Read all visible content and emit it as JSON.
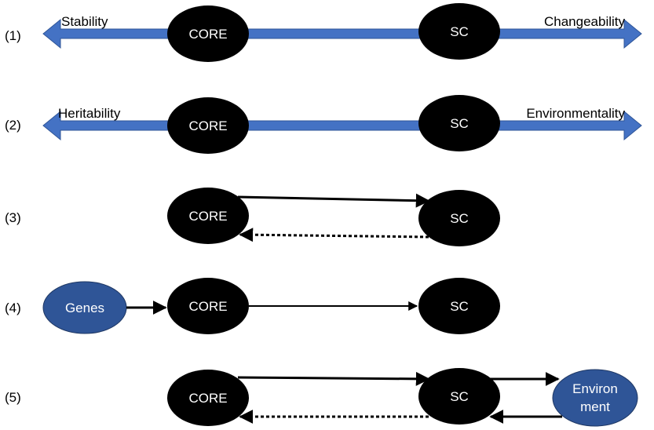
{
  "colors": {
    "axis": "#4472c4",
    "axis_edge": "#2f5597",
    "node_dark": "#000000",
    "node_blue": "#2f5597",
    "arrow": "#000000"
  },
  "rows": [
    {
      "label": "(1)",
      "left_end": "Stability",
      "right_end": "Changeability",
      "core": "CORE",
      "sc": "SC"
    },
    {
      "label": "(2)",
      "left_end": "Heritability",
      "right_end": "Environmentality",
      "core": "CORE",
      "sc": "SC"
    },
    {
      "label": "(3)",
      "core": "CORE",
      "sc": "SC"
    },
    {
      "label": "(4)",
      "genes": "Genes",
      "core": "CORE",
      "sc": "SC"
    },
    {
      "label": "(5)",
      "core": "CORE",
      "sc": "SC",
      "environment_line1": "Environ",
      "environment_line2": "ment"
    }
  ]
}
